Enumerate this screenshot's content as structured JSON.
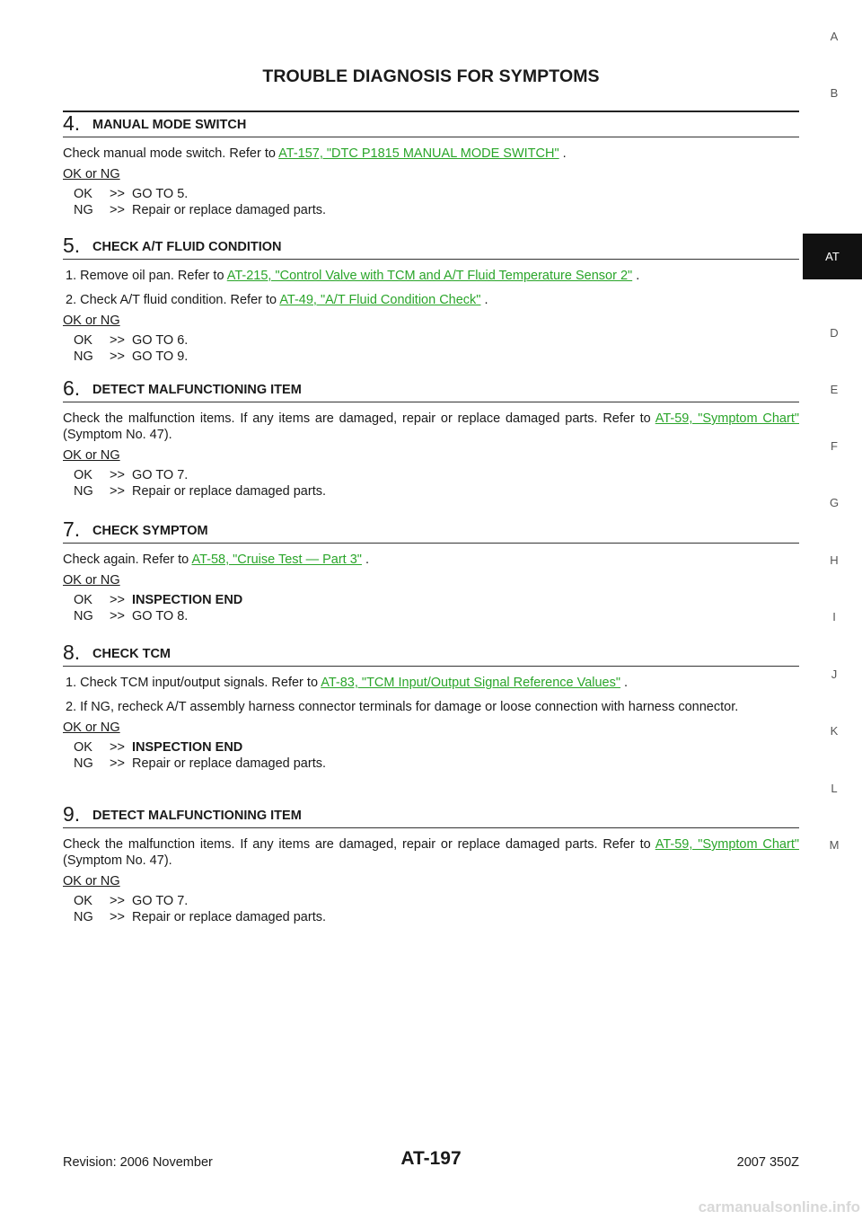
{
  "header": {
    "title": "TROUBLE DIAGNOSIS FOR SYMPTOMS"
  },
  "side_tabs": [
    "A",
    "B",
    "AT",
    "D",
    "E",
    "F",
    "G",
    "H",
    "I",
    "J",
    "K",
    "L",
    "M"
  ],
  "steps": [
    {
      "num": "4.",
      "title": "MANUAL MODE SWITCH",
      "lines": [
        {
          "pre": "Check manual mode switch. Refer to ",
          "link": "AT-157, \"DTC P1815 MANUAL MODE SWITCH\"",
          "post": " ."
        }
      ],
      "ok_ng": "OK or NG",
      "results": [
        {
          "k": "OK",
          "a": ">>",
          "v": "GO TO 5.",
          "bold": false
        },
        {
          "k": "NG",
          "a": ">>",
          "v": "Repair or replace damaged parts.",
          "bold": false
        }
      ]
    },
    {
      "num": "5.",
      "title": "CHECK A/T FLUID CONDITION",
      "lines": [
        {
          "pre": "1.  Remove oil pan. Refer to ",
          "link": "AT-215, \"Control Valve with TCM and A/T Fluid Temperature Sensor 2\"",
          "post": " ."
        },
        {
          "pre": "2.  Check A/T fluid condition. Refer to ",
          "link": "AT-49, \"A/T Fluid Condition Check\"",
          "post": " ."
        }
      ],
      "ok_ng": "OK or NG",
      "results": [
        {
          "k": "OK",
          "a": ">>",
          "v": "GO TO 6.",
          "bold": false
        },
        {
          "k": "NG",
          "a": ">>",
          "v": "GO TO 9.",
          "bold": false
        }
      ]
    },
    {
      "num": "6.",
      "title": "DETECT MALFUNCTIONING ITEM",
      "lines": [
        {
          "pre": "Check the malfunction items. If any items are damaged, repair or replace damaged parts. Refer to ",
          "link": "AT-59, \"Symptom Chart\"",
          "post": "  (Symptom No. 47)."
        }
      ],
      "ok_ng": "OK or NG",
      "results": [
        {
          "k": "OK",
          "a": ">>",
          "v": "GO TO 7.",
          "bold": false
        },
        {
          "k": "NG",
          "a": ">>",
          "v": "Repair or replace damaged parts.",
          "bold": false
        }
      ]
    },
    {
      "num": "7.",
      "title": "CHECK SYMPTOM",
      "lines": [
        {
          "pre": "Check again. Refer to ",
          "link": "AT-58, \"Cruise Test — Part 3\"",
          "post": " ."
        }
      ],
      "ok_ng": "OK or NG",
      "results": [
        {
          "k": "OK",
          "a": ">>",
          "v": "INSPECTION END",
          "bold": true
        },
        {
          "k": "NG",
          "a": ">>",
          "v": "GO TO 8.",
          "bold": false
        }
      ]
    },
    {
      "num": "8.",
      "title": "CHECK TCM",
      "lines": [
        {
          "pre": "1.  Check TCM input/output signals. Refer to ",
          "link": "AT-83, \"TCM Input/Output Signal Reference Values\"",
          "post": " ."
        },
        {
          "pre": "2.  If NG, recheck A/T assembly harness connector terminals for damage or loose connection with harness connector.",
          "link": "",
          "post": ""
        }
      ],
      "ok_ng": "OK or NG",
      "results": [
        {
          "k": "OK",
          "a": ">>",
          "v": "INSPECTION END",
          "bold": true
        },
        {
          "k": "NG",
          "a": ">>",
          "v": "Repair or replace damaged parts.",
          "bold": false
        }
      ]
    },
    {
      "num": "9.",
      "title": "DETECT MALFUNCTIONING ITEM",
      "lines": [
        {
          "pre": "Check the malfunction items. If any items are damaged, repair or replace damaged parts. Refer to ",
          "link": "AT-59, \"Symptom Chart\"",
          "post": "  (Symptom No. 47)."
        }
      ],
      "ok_ng": "OK or NG",
      "results": [
        {
          "k": "OK",
          "a": ">>",
          "v": "GO TO 7.",
          "bold": false
        },
        {
          "k": "NG",
          "a": ">>",
          "v": "Repair or replace damaged parts.",
          "bold": false
        }
      ]
    }
  ],
  "footer": {
    "left": "Revision: 2006 November",
    "center": "AT-197",
    "right": "2007 350Z"
  },
  "watermark": "carmanualsonline.info",
  "colors": {
    "link": "#2aa52a",
    "active_tab_bg": "#111111"
  }
}
